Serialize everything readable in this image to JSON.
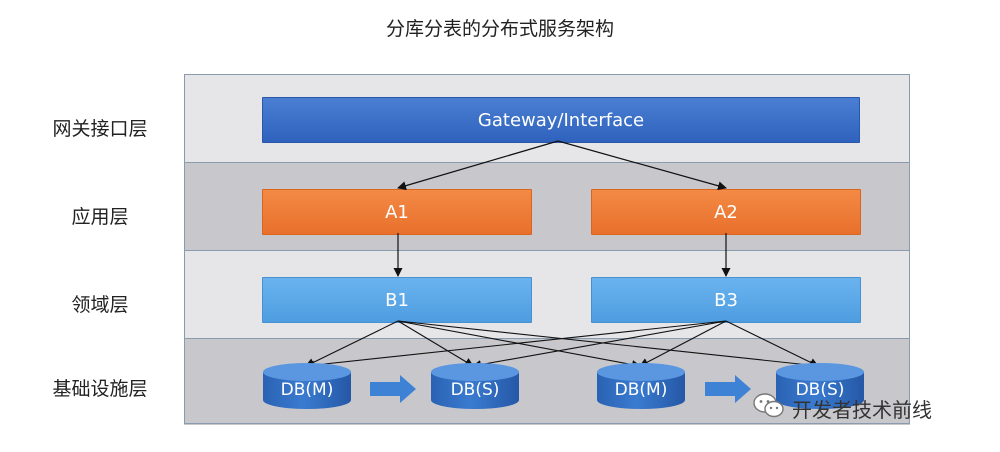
{
  "title": "分库分表的分布式服务架构",
  "layers": [
    "网关接口层",
    "应用层",
    "领域层",
    "基础设施层"
  ],
  "gateway": "Gateway/Interface",
  "apps": [
    "A1",
    "A2"
  ],
  "domains": [
    "B1",
    "B3"
  ],
  "databases": [
    "DB(M)",
    "DB(S)",
    "DB(M)",
    "DB(S)"
  ],
  "watermark": "开发者技术前线",
  "colors": {
    "band_light": "#e6e6e9",
    "band_dark": "#c8c8cc",
    "gateway": "#3a6fc9",
    "app": "#ee7a36",
    "domain": "#5aa8ea",
    "db": "#2f6dc2",
    "arrow": "#3d82d4"
  },
  "icons": [
    "wechat-icon"
  ]
}
